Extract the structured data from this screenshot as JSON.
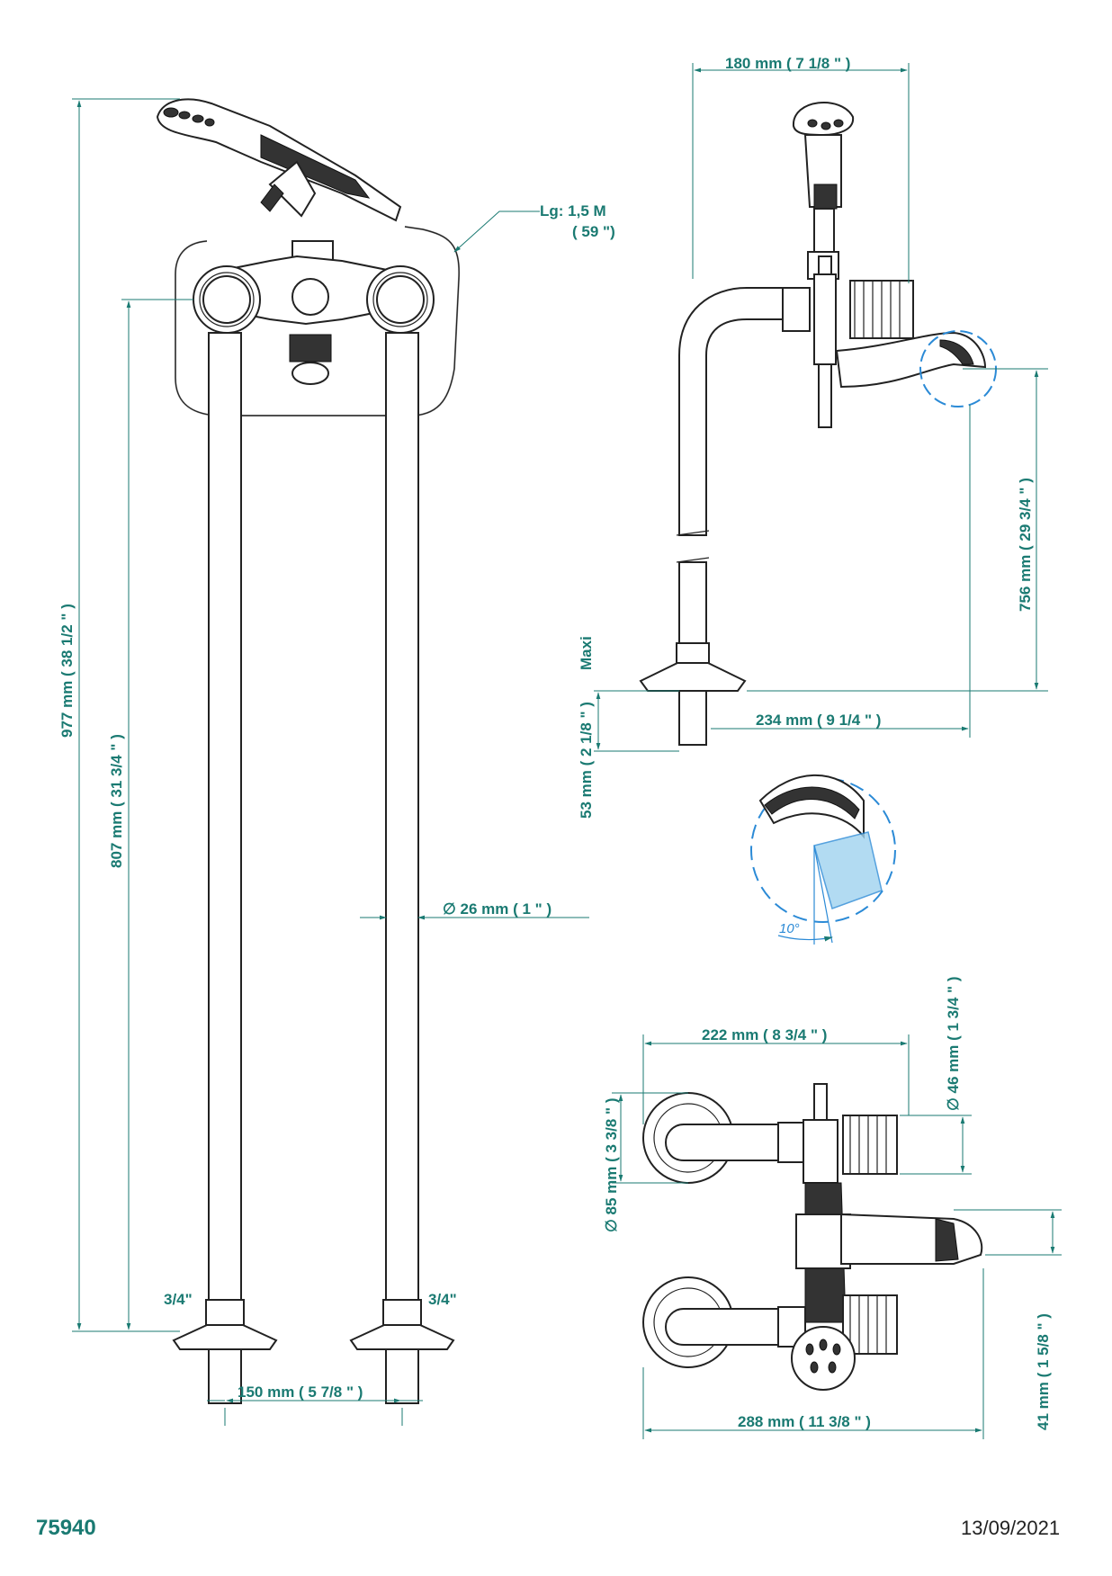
{
  "labels": {
    "hose_length": "Lg: 1,5 M",
    "hose_length_in": "( 59 \")",
    "width_top": "180 mm ( 7 1/8 \" )",
    "height_total": "977 mm ( 38 1/2 \" )",
    "height_inlet": "807 mm ( 31 3/4 \" )",
    "spout_height": "756 mm ( 29 3/4 \" )",
    "maxi": "Maxi",
    "spout_reach": "234 mm ( 9 1/4 \" )",
    "threaded_length": "53 mm ( 2 1/8 \" )",
    "pipe_diameter": "∅ 26 mm ( 1 \" )",
    "thread_left": "3/4\"",
    "thread_right": "3/4\"",
    "center_distance": "150 mm ( 5 7/8 \" )",
    "width_222": "222 mm ( 8 3/4 \" )",
    "knob_diameter": "∅ 46 mm ( 1 3/4 \" )",
    "flange_diameter": "∅ 85 mm ( 3 3/8 \" )",
    "spout_drop": "41 mm ( 1 5/8 \" )",
    "width_288": "288 mm ( 11 3/8 \" )",
    "angle": "10°"
  },
  "footer": {
    "reference": "75940",
    "date": "13/09/2021"
  },
  "colors": {
    "dimension": "#1a7a72",
    "detail_blue": "#2b8ad6",
    "line": "#222222"
  }
}
